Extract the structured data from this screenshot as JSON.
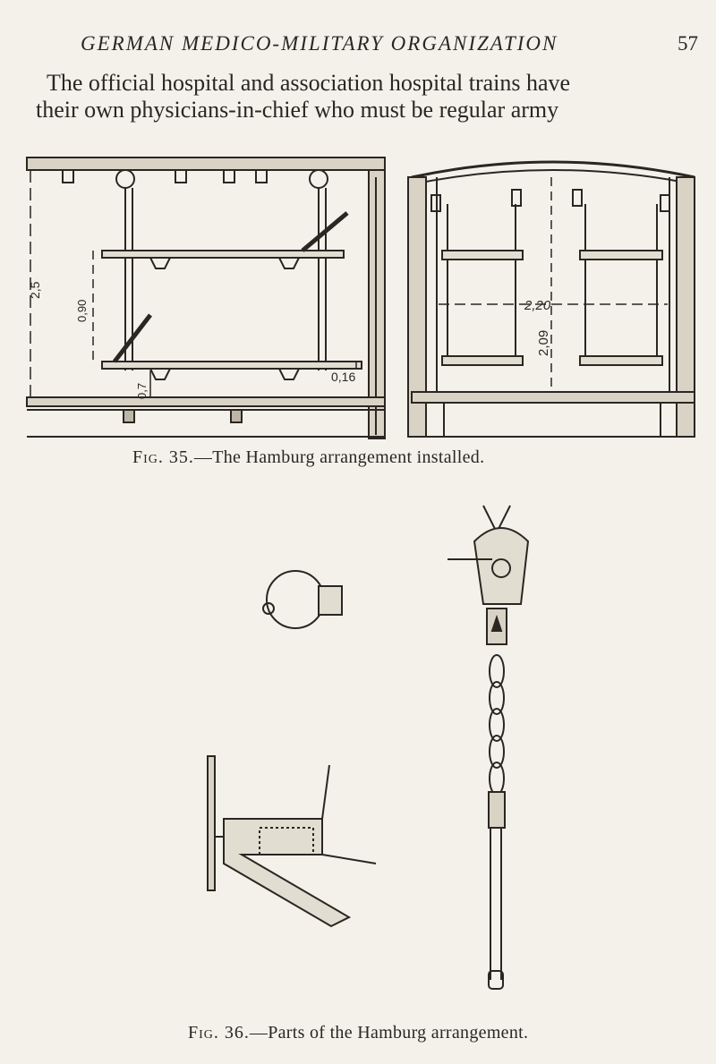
{
  "header": {
    "running_title": "GERMAN MEDICO-MILITARY ORGANIZATION",
    "page_number": "57"
  },
  "body": {
    "line1": "The official hospital and association hospital trains have",
    "line2": "their own physicians-in-chief who must be regular army"
  },
  "figure35": {
    "label": "Fig. 35.",
    "caption": "—The Hamburg arrangement installed.",
    "dims": {
      "height_left": "2,5",
      "d1": "0,90",
      "d2": "0,7",
      "d3": "0,16",
      "width_right": "2,20",
      "height_right": "2,09"
    }
  },
  "figure36": {
    "label": "Fig. 36.",
    "caption": "—Parts of the Hamburg arrangement."
  }
}
